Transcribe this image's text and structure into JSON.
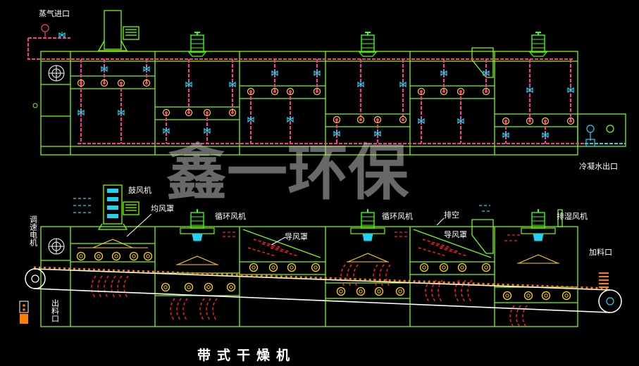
{
  "watermark": "鑫一环保",
  "title": "带式干燥机",
  "top_view": {
    "steam_inlet": "蒸气进口",
    "condensate_outlet": "冷凝水出口"
  },
  "bottom_view": {
    "blower": "鼓风机",
    "air_distribution_hood": "均风罩",
    "circulation_fan_1": "循环风机",
    "circulation_fan_2": "循环风机",
    "exhaust": "排空",
    "moisture_exhaust_fan": "排湿风机",
    "air_guide_hood_1": "导风罩",
    "air_guide_hood_2": "导风罩",
    "speed_motor": "调速电机",
    "outlet": "出料口",
    "feed_inlet": "加料口"
  },
  "colors": {
    "frame": "#7CFC00",
    "steam_pipe": "#ff3399",
    "valve": "#22d3ee",
    "fan": "#39ff14",
    "belt_material": "#ff8000",
    "hot_air": "#ff2020",
    "text": "#ffffff"
  }
}
